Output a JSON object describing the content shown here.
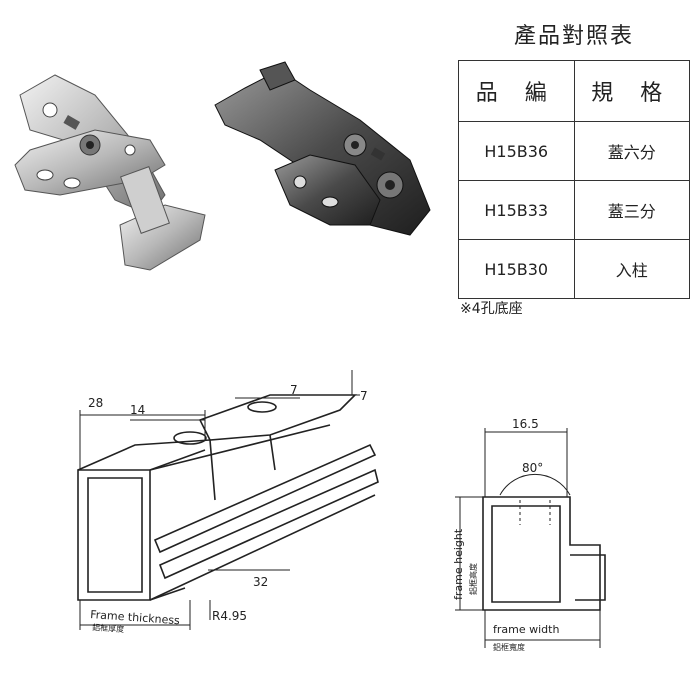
{
  "table": {
    "title": "產品對照表",
    "headers": [
      "品 編",
      "規 格"
    ],
    "rows": [
      {
        "code": "H15B36",
        "spec": "蓋六分"
      },
      {
        "code": "H15B33",
        "spec": "蓋三分"
      },
      {
        "code": "H15B30",
        "spec": "入柱"
      }
    ]
  },
  "note": "※4孔底座",
  "drawing_left": {
    "dim_28": "28",
    "dim_14": "14",
    "dim_7_top": "7",
    "dim_7_right": "7",
    "dim_32": "32",
    "radius": "R4.95",
    "frame_thickness_en": "Frame thickness",
    "frame_thickness_zh": "鋁框厚度"
  },
  "drawing_right": {
    "width_dim": "16.5",
    "angle": "80°",
    "frame_height_en": "frame height",
    "frame_height_zh": "鋁框高度",
    "frame_width_en": "frame width",
    "frame_width_zh": "鋁框寬度"
  }
}
